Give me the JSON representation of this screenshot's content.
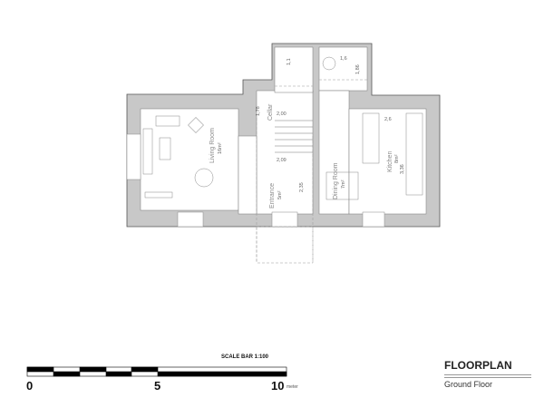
{
  "rooms": {
    "living": {
      "name": "Living Room",
      "area": "16m²"
    },
    "entrance": {
      "name": "Entrance",
      "area": "5m²"
    },
    "dining": {
      "name": "Dining Room",
      "area": "7m²"
    },
    "kitchen": {
      "name": "Kitchen",
      "area": "8m²"
    },
    "cellar": {
      "name": "Cellar"
    }
  },
  "dimensions": [
    "1,1",
    "1,6",
    "1,86",
    "2,00",
    "1,78",
    "2,09",
    "2,35",
    "2,6",
    "3,36"
  ],
  "scale_bar": {
    "title": "SCALE BAR 1:100",
    "ticks": [
      "0",
      "5",
      "10"
    ],
    "unit": "meter"
  },
  "title_block": {
    "title": "FLOORPLAN",
    "subtitle": "Ground Floor"
  },
  "colors": {
    "wall": "#c8c8c8",
    "line": "#555555"
  }
}
